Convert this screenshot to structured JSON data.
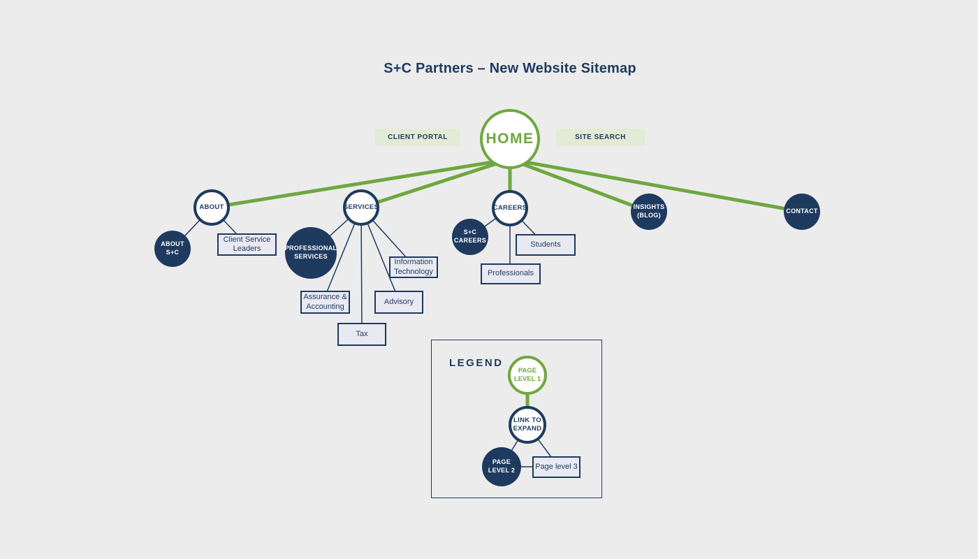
{
  "title": "S+C Partners – New Website Sitemap",
  "utility_links": {
    "client_portal": "CLIENT PORTAL",
    "site_search": "SITE SEARCH"
  },
  "nodes": {
    "home": "HOME",
    "about": "ABOUT",
    "services": "SERVICES",
    "careers": "CAREERS",
    "insights_blog": "INSIGHTS\n(BLOG)",
    "contact": "CONTACT",
    "about_sc": "ABOUT\nS+C",
    "client_service_leaders": "Client Service\nLeaders",
    "professional_services": "PROFESSIONAL\nSERVICES",
    "assurance_accounting": "Assurance &\nAccounting",
    "tax": "Tax",
    "advisory": "Advisory",
    "information_technology": "Information\nTechnology",
    "sc_careers": "S+C\nCAREERS",
    "students": "Students",
    "professionals": "Professionals"
  },
  "hierarchy": {
    "HOME": [
      "ABOUT",
      "SERVICES",
      "CAREERS",
      "INSIGHTS (BLOG)",
      "CONTACT"
    ],
    "ABOUT": [
      "ABOUT S+C",
      "Client Service Leaders"
    ],
    "SERVICES": [
      "PROFESSIONAL SERVICES",
      "Assurance & Accounting",
      "Tax",
      "Advisory",
      "Information Technology"
    ],
    "CAREERS": [
      "S+C CAREERS",
      "Students",
      "Professionals"
    ]
  },
  "legend": {
    "title": "LEGEND",
    "page_level_1": "PAGE\nLEVEL 1",
    "link_to_expand": "LINK TO\nEXPAND",
    "page_level_2": "PAGE\nLEVEL 2",
    "page_level_3": "Page level 3"
  },
  "colors": {
    "navy": "#1e3a5f",
    "green": "#6fa740",
    "utility_chip_bg": "#e3ebd6",
    "level3_box_bg": "#e9e9f2",
    "page_bg": "#ececec"
  }
}
